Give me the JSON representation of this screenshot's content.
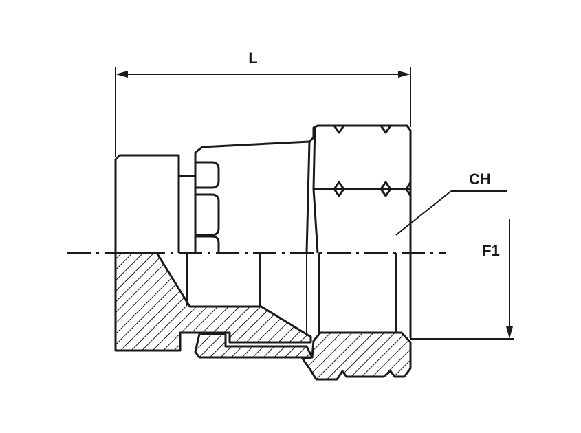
{
  "labels": {
    "length": "L",
    "hex_size": "CH",
    "thread": "F1"
  },
  "colors": {
    "line": "#1a1a1a",
    "background": "#ffffff"
  }
}
